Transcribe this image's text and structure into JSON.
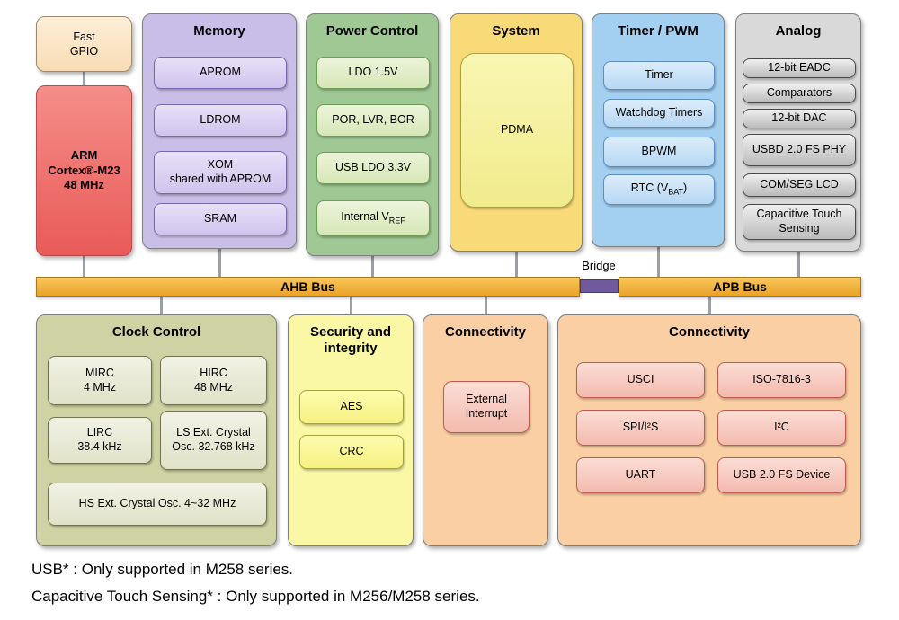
{
  "colors": {
    "arm_red": "#EE6A6A",
    "fast_gpio_peach": "#FBE3C3",
    "memory_purple": "#C9BEE7",
    "power_green": "#9FC895",
    "system_yellow": "#F9DA79",
    "timer_blue": "#A3CFF0",
    "analog_gray": "#D9D9D9",
    "bus_gold": "#EFAF3B",
    "bridge_purple": "#6E5A9C",
    "clock_olive": "#CFD2A2",
    "security_yellow": "#FAF8A4",
    "connectivity_orange": "#F9CFA3",
    "inner_pink": "#F9C9C1"
  },
  "diagram": {
    "fast_gpio": "Fast\nGPIO",
    "arm": "ARM\nCortex®-M23\n48 MHz",
    "memory": {
      "title": "Memory",
      "items": [
        "APROM",
        "LDROM",
        "XOM\nshared with APROM",
        "SRAM"
      ]
    },
    "power": {
      "title": "Power Control",
      "items": [
        "LDO 1.5V",
        "POR, LVR, BOR",
        "USB LDO 3.3V"
      ],
      "vref": {
        "pre": "Internal V",
        "sub": "REF"
      }
    },
    "system": {
      "title": "System",
      "pdma": "PDMA"
    },
    "timer": {
      "title": "Timer / PWM",
      "items": [
        "Timer",
        "Watchdog Timers",
        "BPWM"
      ],
      "rtc": {
        "pre": "RTC (V",
        "sub": "BAT",
        "post": ")"
      }
    },
    "analog": {
      "title": "Analog",
      "items": [
        "12-bit EADC",
        "Comparators",
        "12-bit DAC",
        "USBD 2.0 FS PHY",
        "COM/SEG LCD",
        "Capacitive Touch Sensing"
      ]
    },
    "bus": {
      "ahb": "AHB Bus",
      "apb": "APB Bus",
      "bridge": "Bridge"
    },
    "clock": {
      "title": "Clock Control",
      "items": [
        "MIRC\n4 MHz",
        "HIRC\n48 MHz",
        "LIRC\n38.4 kHz",
        "LS Ext. Crystal Osc. 32.768 kHz",
        "HS Ext. Crystal Osc. 4~32 MHz"
      ]
    },
    "security": {
      "title": "Security and integrity",
      "items": [
        "AES",
        "CRC"
      ]
    },
    "connectivity_ext": {
      "title": "Connectivity",
      "items": [
        "External Interrupt"
      ]
    },
    "connectivity": {
      "title": "Connectivity",
      "items": [
        "USCI",
        "ISO-7816-3",
        "SPI/I²S",
        "I²C",
        "UART",
        "USB 2.0 FS Device"
      ]
    },
    "notes": [
      "USB* : Only supported in M258 series.",
      "Capacitive Touch Sensing* : Only supported in M256/M258 series."
    ]
  }
}
